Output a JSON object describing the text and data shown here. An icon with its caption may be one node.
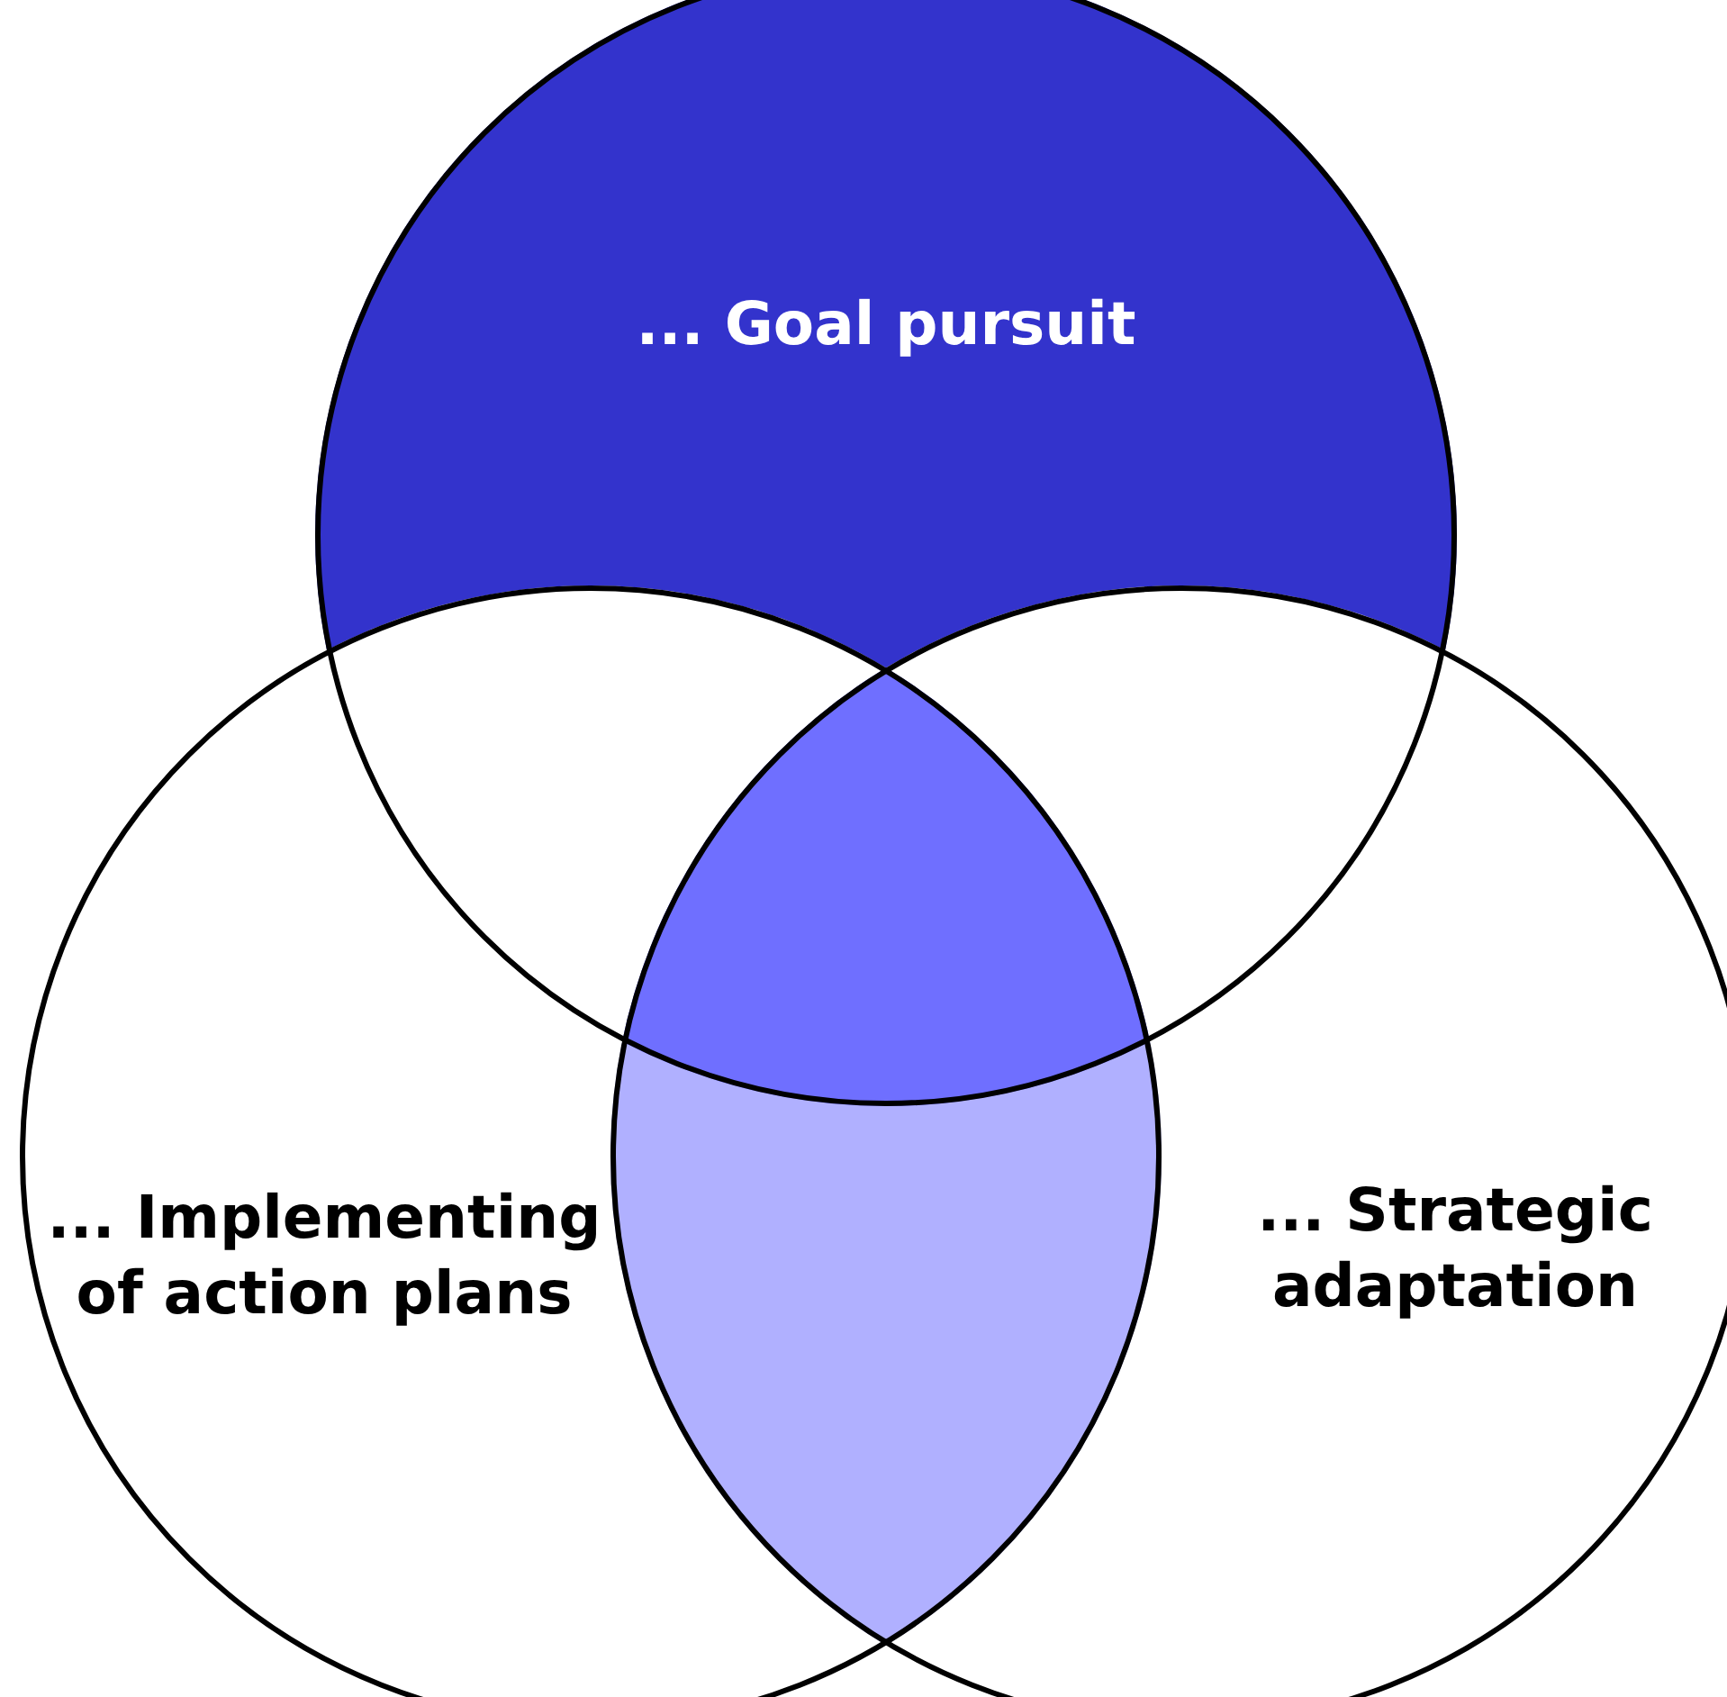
{
  "diagram": {
    "nodes": [
      {
        "text": [
          "... Goal pursuit"
        ]
      },
      {
        "text": [
          "... Implementing of action plans"
        ]
      },
      {
        "text": [
          "... Strategic adaptation"
        ]
      }
    ],
    "edges": []
  }
}
